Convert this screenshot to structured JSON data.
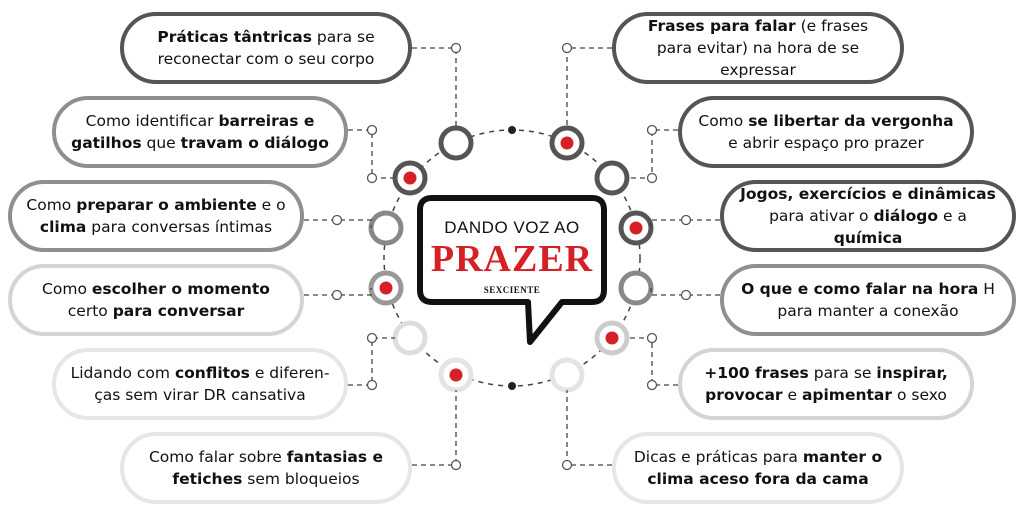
{
  "center": {
    "line1": "DANDO VOZ AO",
    "line2": "PRAZER",
    "brand": "SEXCIENTE"
  },
  "colors": {
    "accent": "#d62027",
    "dark_border": "#555555",
    "line": "#444444"
  },
  "topics": [
    {
      "id": "t1",
      "segments": [
        [
          "b",
          "Práticas tântricas"
        ],
        [
          "n",
          " para se reconectar com o seu corpo"
        ]
      ]
    },
    {
      "id": "t2",
      "segments": [
        [
          "n",
          "Como identificar "
        ],
        [
          "b",
          "barreiras e gatilhos"
        ],
        [
          "n",
          " que "
        ],
        [
          "b",
          "travam o diálogo"
        ]
      ]
    },
    {
      "id": "t3",
      "segments": [
        [
          "n",
          "Como "
        ],
        [
          "b",
          "preparar o ambiente"
        ],
        [
          "n",
          " e o "
        ],
        [
          "b",
          "clima"
        ],
        [
          "n",
          " para conversas íntimas"
        ]
      ]
    },
    {
      "id": "t4",
      "segments": [
        [
          "n",
          "Como "
        ],
        [
          "b",
          "escolher o momento"
        ],
        [
          "n",
          " certo "
        ],
        [
          "b",
          "para conversar"
        ]
      ]
    },
    {
      "id": "t5",
      "segments": [
        [
          "n",
          "Lidando com "
        ],
        [
          "b",
          "conflitos"
        ],
        [
          "n",
          " e diferen-ças sem virar DR cansativa"
        ]
      ]
    },
    {
      "id": "t6",
      "segments": [
        [
          "n",
          "Como falar sobre "
        ],
        [
          "b",
          "fantasias e fetiches"
        ],
        [
          "n",
          " sem bloqueios"
        ]
      ]
    },
    {
      "id": "t7",
      "segments": [
        [
          "b",
          "Frases para falar"
        ],
        [
          "n",
          " (e frases para evitar) na hora de se expressar"
        ]
      ]
    },
    {
      "id": "t8",
      "segments": [
        [
          "n",
          "Como "
        ],
        [
          "b",
          "se libertar da vergonha"
        ],
        [
          "n",
          " e abrir espaço pro prazer"
        ]
      ]
    },
    {
      "id": "t9",
      "segments": [
        [
          "b",
          "Jogos, exercícios e dinâmicas"
        ],
        [
          "n",
          " para ativar o "
        ],
        [
          "b",
          "diálogo"
        ],
        [
          "n",
          " e a "
        ],
        [
          "b",
          "química"
        ]
      ]
    },
    {
      "id": "t10",
      "segments": [
        [
          "b",
          "O que e como falar na hora"
        ],
        [
          "n",
          " H para manter a conexão"
        ]
      ]
    },
    {
      "id": "t11",
      "segments": [
        [
          "b",
          "+100 frases"
        ],
        [
          "n",
          " para se "
        ],
        [
          "b",
          "inspirar, provocar"
        ],
        [
          "n",
          " e "
        ],
        [
          "b",
          "apimentar"
        ],
        [
          "n",
          " o sexo"
        ]
      ]
    },
    {
      "id": "t12",
      "segments": [
        [
          "n",
          "Dicas e práticas para "
        ],
        [
          "b",
          "manter o clima aceso fora da cama"
        ]
      ]
    }
  ]
}
